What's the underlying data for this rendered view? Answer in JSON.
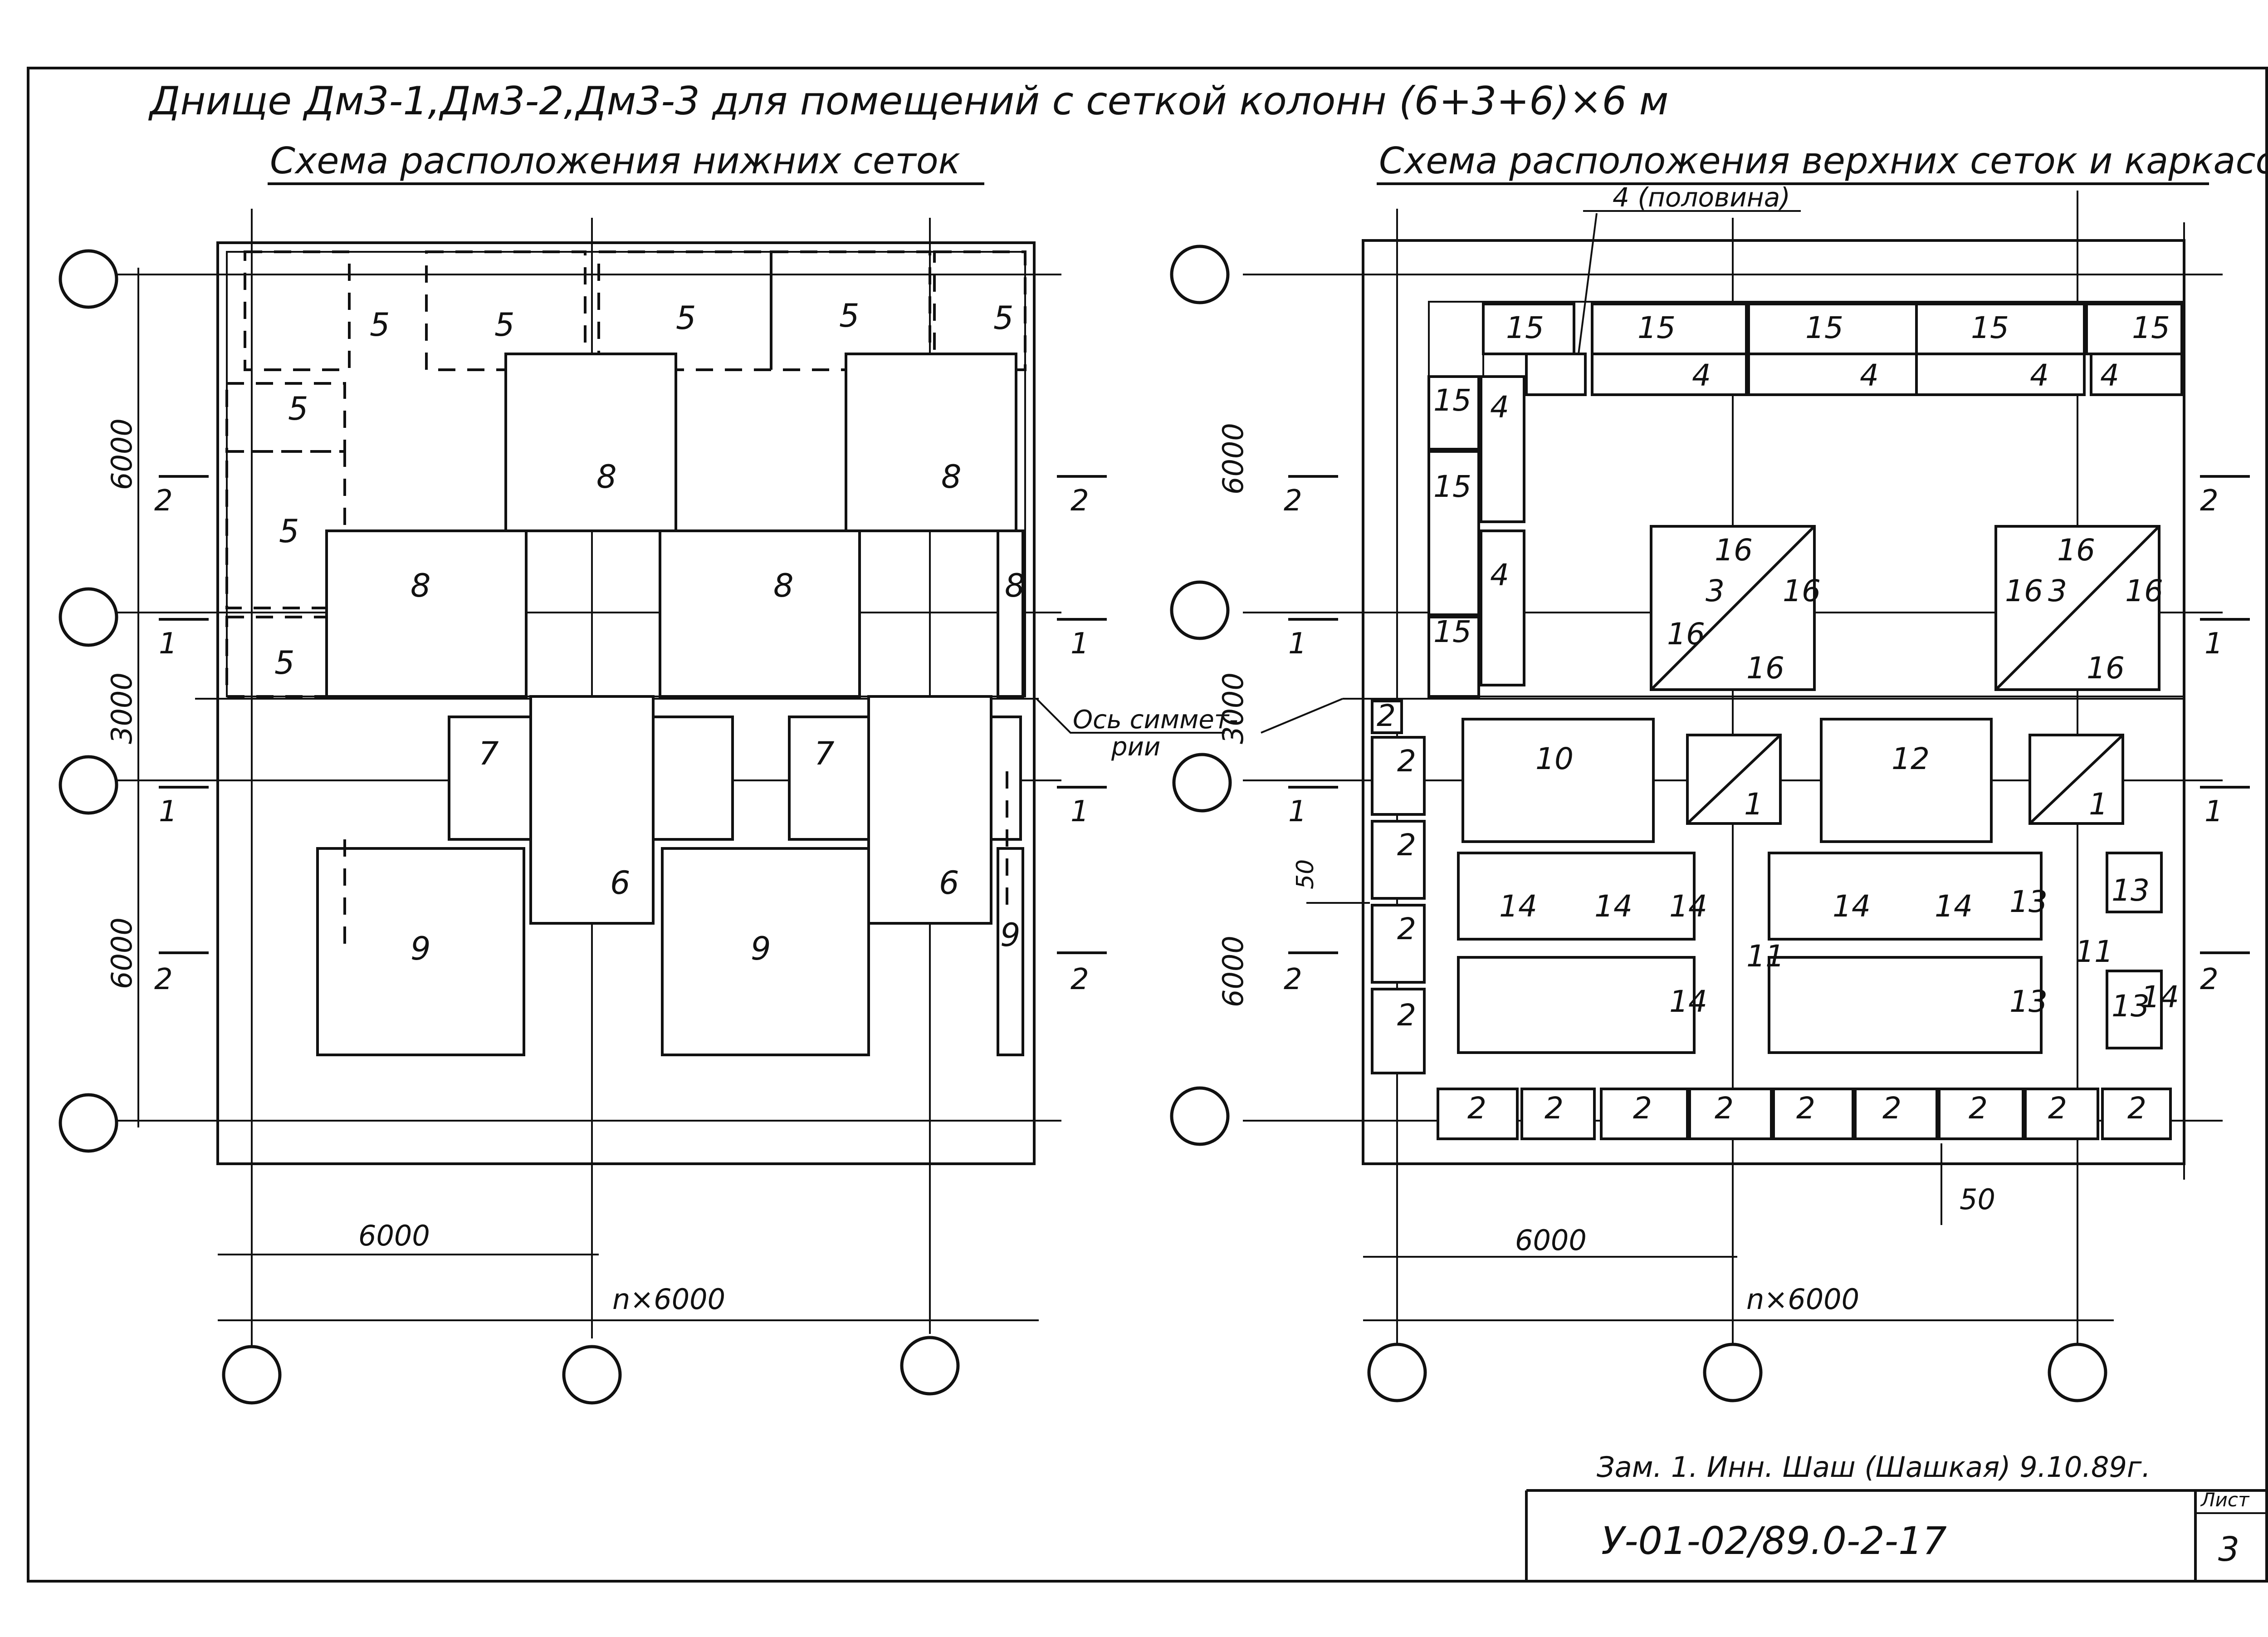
{
  "title": "Днище Дм3-1,Дм3-2,Дм3-3 для помещений с сеткой колонн (6+3+6)×6 м",
  "left_plan": {
    "title": "Схема расположения нижних сеток",
    "labels": {
      "m5": "5",
      "m6": "6",
      "m7": "7",
      "m8": "8",
      "m9": "9"
    },
    "symmetry_line1": "Ось симмет-",
    "symmetry_line2": "рии"
  },
  "right_plan": {
    "title": "Схема расположения верхних сеток и каркасов",
    "half_frame": "4 (половина)",
    "labels": {
      "s1": "1",
      "s2": "2",
      "f3": "3",
      "f4": "4",
      "f10": "10",
      "f11": "11",
      "f12": "12",
      "f13": "13",
      "f14": "14",
      "f15": "15",
      "f16": "16"
    }
  },
  "sections": {
    "s1": "1",
    "s2": "2"
  },
  "dims": {
    "d6000": "6000",
    "d3000": "3000",
    "n6000": "n×6000",
    "d50": "50"
  },
  "title_block": {
    "revision": "Зам. 1. Инн. Шаш (Шашкая) 9.10.89г.",
    "code": "У-01-02/89.0-2-17",
    "sheet_label": "Лист",
    "sheet_number": "3"
  }
}
